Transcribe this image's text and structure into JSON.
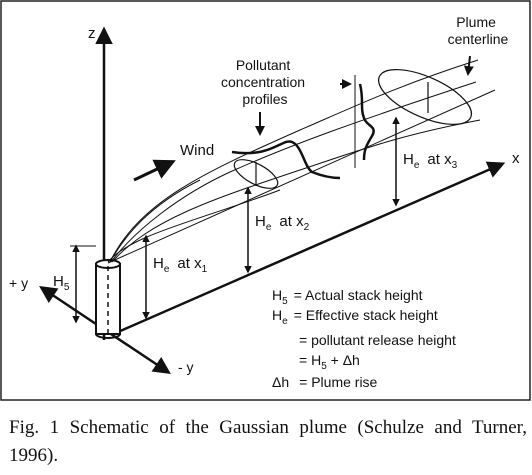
{
  "axes": {
    "z": "z",
    "x": "x",
    "plus_y": "+ y",
    "minus_y": "- y"
  },
  "labels": {
    "plume_centerline": [
      "Plume",
      "centerline"
    ],
    "pollutant_profiles": [
      "Pollutant",
      "concentration",
      "profiles"
    ],
    "wind": "Wind",
    "h5": {
      "main": "H",
      "sub": "5"
    },
    "he_x1": {
      "main": "H",
      "sub": "e",
      "at": "at x",
      "at_sub": "1"
    },
    "he_x2": {
      "main": "H",
      "sub": "e",
      "at": "at x",
      "at_sub": "2"
    },
    "he_x3": {
      "main": "H",
      "sub": "e",
      "at": "at x",
      "at_sub": "3"
    }
  },
  "legend": {
    "actual": {
      "sym": "H",
      "sub": "5",
      "text": "= Actual stack height"
    },
    "effective": {
      "sym": "H",
      "sub": "e",
      "text": "= Effective stack height"
    },
    "release": "= pollutant release height",
    "sum": {
      "pre": "= H",
      "sub": "5",
      "post": " + Δh"
    },
    "rise": {
      "sym": "Δh",
      "text": "= Plume rise"
    }
  },
  "caption": "Fig. 1 Schematic of the Gaussian plume (Schulze and Turner, 1996).",
  "colors": {
    "ink": "#111111",
    "background": "#ffffff",
    "frame": "#222222"
  }
}
